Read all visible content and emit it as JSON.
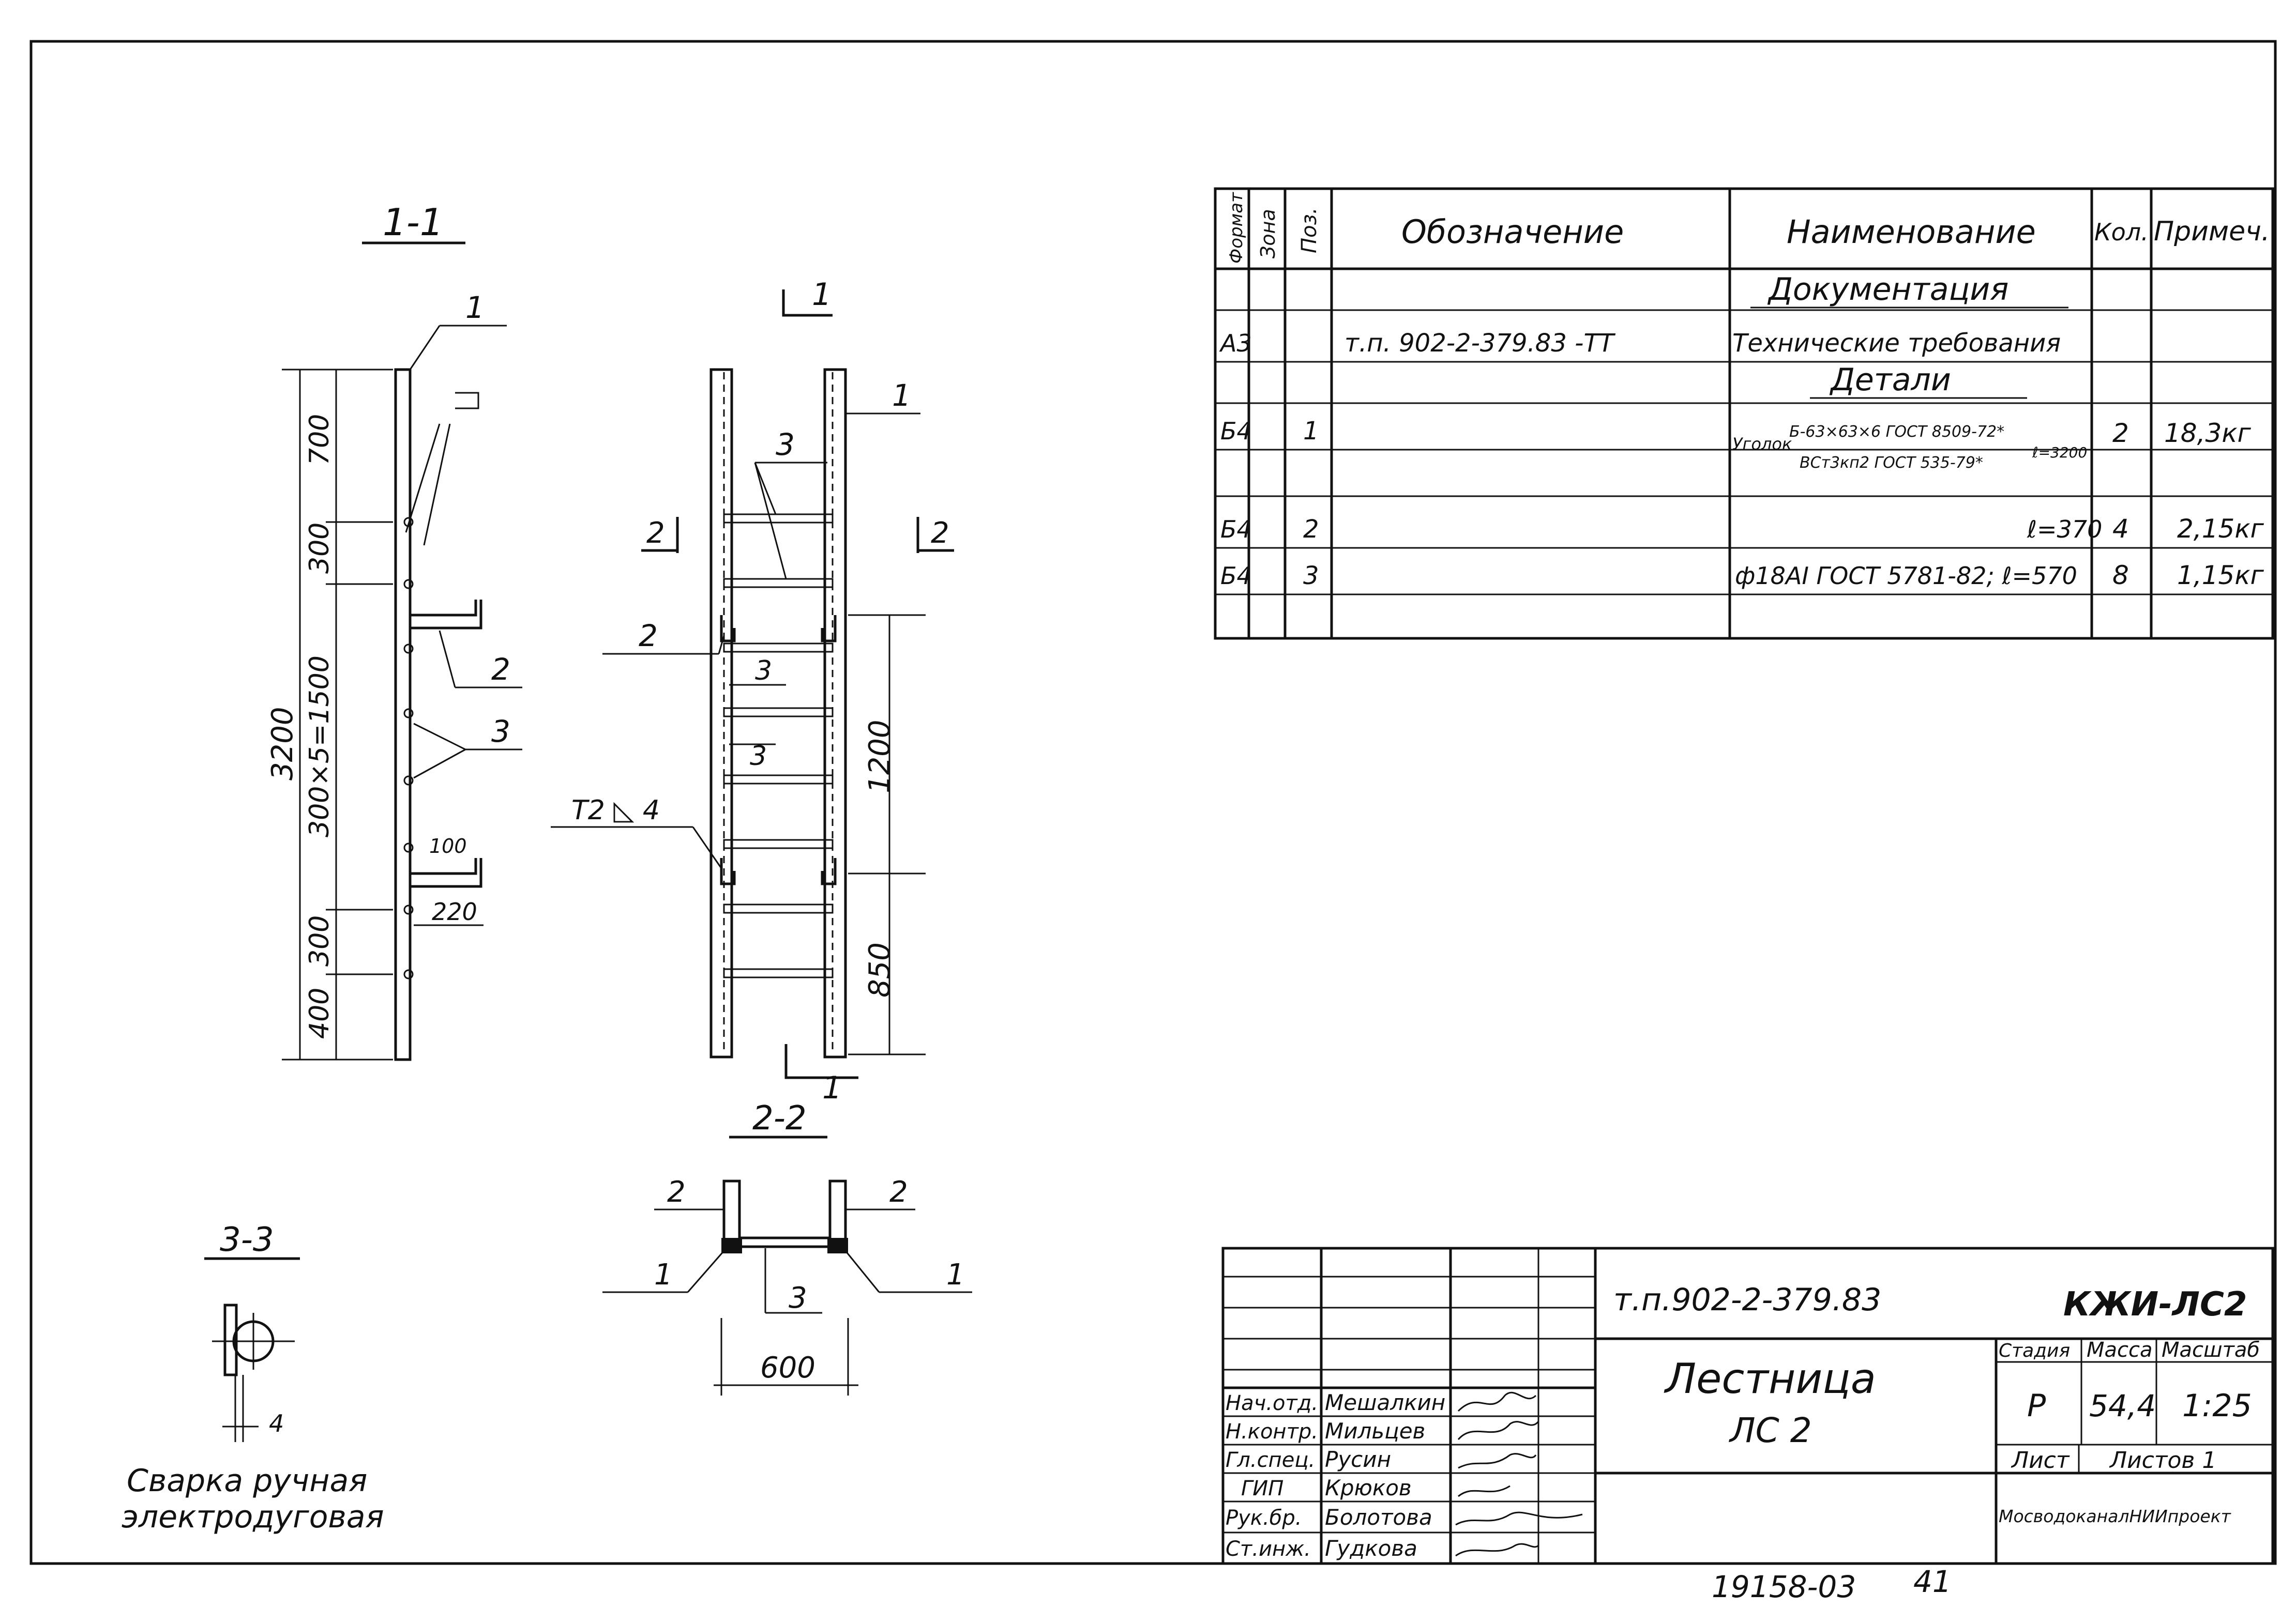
{
  "sections": {
    "s11_title": "1-1",
    "s22_title": "2-2",
    "s33_title": "3-3",
    "cut1": "1",
    "cut2": "2"
  },
  "leaders": {
    "pos1": "1",
    "pos2": "2",
    "pos3": "3"
  },
  "dims": {
    "d700": "700",
    "d300a": "300",
    "d300x5": "300×5=1500",
    "d3200": "3200",
    "d100": "100",
    "d220": "220",
    "d300b": "300",
    "d400": "400",
    "d1200": "1200",
    "d850": "850",
    "d600": "600",
    "d4": "4"
  },
  "weld": {
    "symbol": "Т2 ◺ 4",
    "note_line1": "Сварка ручная",
    "note_line2": "электродуговая"
  },
  "spec": {
    "headers": {
      "format": "Формат",
      "zone": "Зона",
      "pos": "Поз.",
      "designation": "Обозначение",
      "name": "Наименование",
      "qty": "Кол.",
      "note": "Примеч."
    },
    "section_docs": "Документация",
    "section_parts": "Детали",
    "rows": [
      {
        "format": "А3",
        "pos": "",
        "designation": "т.п. 902-2-379.83    -ТТ",
        "name": "Технические требования",
        "qty": "",
        "note": ""
      },
      {
        "format": "Б4",
        "pos": "1",
        "designation": "",
        "name": "Уголок Б-63×63×6 ГОСТ 8509-72*  ℓ=3200 / ВСт3кп2 ГОСТ 535-79*",
        "qty": "2",
        "note": "18,3кг"
      },
      {
        "format": "Б4",
        "pos": "2",
        "designation": "",
        "name": "ℓ=370",
        "qty": "4",
        "note": "2,15кг"
      },
      {
        "format": "Б4",
        "pos": "3",
        "designation": "",
        "name": "ф18АI ГОСТ 5781-82;  ℓ=570",
        "qty": "8",
        "note": "1,15кг"
      }
    ],
    "angle_name_line1": "Уголок",
    "angle_name_line2": "Б-63×63×6 ГОСТ 8509-72*",
    "angle_name_line3": "ВСт3кп2 ГОСТ 535-79*",
    "angle_len": "ℓ=3200"
  },
  "title_block": {
    "doc_code": "т.п.902-2-379.83",
    "mark": "КЖИ-ЛС2",
    "name_line1": "Лестница",
    "name_line2": "ЛС 2",
    "stage_label": "Стадия",
    "mass_label": "Масса",
    "scale_label": "Масштаб",
    "stage": "Р",
    "mass": "54,4",
    "scale": "1:25",
    "sheet_label": "Лист",
    "sheets_label": "Листов 1",
    "org": "МосводоканалНИИпроект",
    "signers": [
      {
        "role": "Нач.отд.",
        "name": "Мешалкин"
      },
      {
        "role": "Н.контр.",
        "name": "Мильцев"
      },
      {
        "role": "Гл.спец.",
        "name": "Русин"
      },
      {
        "role": "ГИП",
        "name": "Крюков"
      },
      {
        "role": "Рук.бр.",
        "name": "Болотова"
      },
      {
        "role": "Ст.инж.",
        "name": "Гудкова"
      }
    ]
  },
  "footer": {
    "archive_no": "19158-03",
    "page_no": "41"
  }
}
